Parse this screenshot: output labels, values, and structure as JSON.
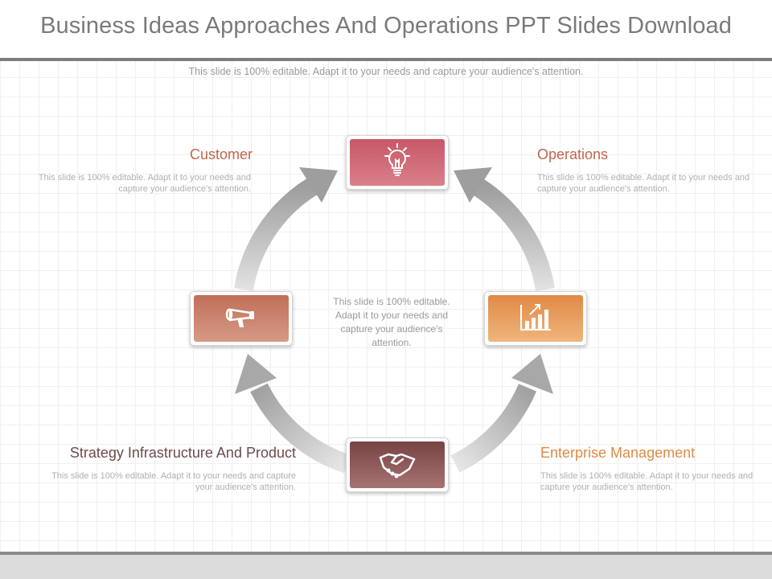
{
  "slide": {
    "title": "Business Ideas Approaches And Operations PPT Slides Download",
    "subtitle": "This slide is 100% editable. Adapt it to your needs and capture your audience's attention.",
    "center_text": "This slide is 100% editable. Adapt it to your needs and capture your audience's attention."
  },
  "nodes": {
    "customer": {
      "label": "Customer",
      "color": "#c0664d",
      "description": "This slide is 100% editable. Adapt it to your needs and capture your audience's attention.",
      "icon": "megaphone-icon"
    },
    "operations": {
      "label": "Operations",
      "color": "#c0664d",
      "description": "This slide is 100% editable. Adapt it to your needs and capture your audience's attention.",
      "icon": "lightbulb-icon"
    },
    "strategy": {
      "label": "Strategy Infrastructure And Product",
      "color": "#6e4a4a",
      "description": "This slide is 100% editable. Adapt it to your needs and capture your audience's attention.",
      "icon": "handshake-icon"
    },
    "enterprise": {
      "label": "Enterprise Management",
      "color": "#e08a45",
      "description": "This slide is 100% editable. Adapt it to your needs and capture your audience's attention.",
      "icon": "bar-chart-icon"
    }
  }
}
